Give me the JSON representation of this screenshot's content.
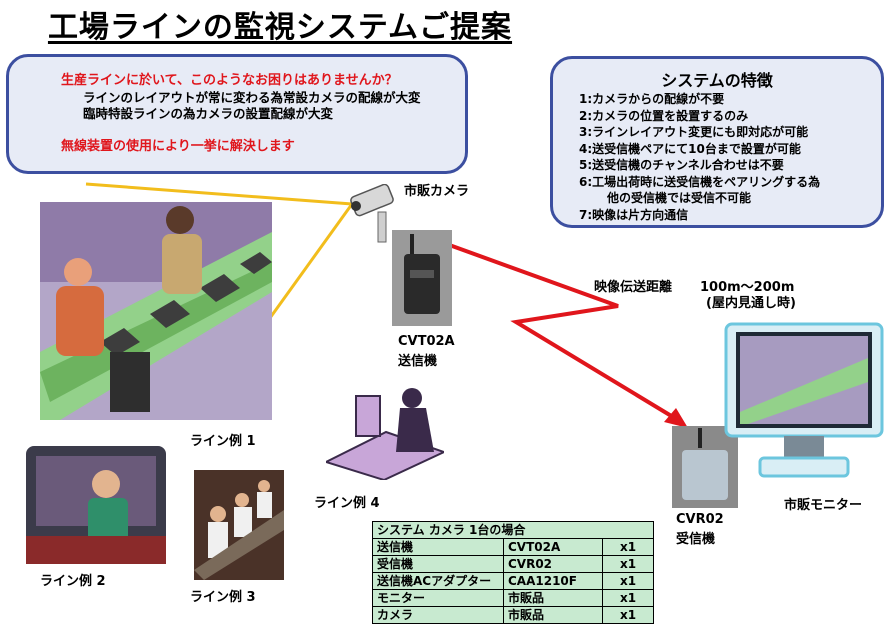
{
  "title": "工場ラインの監視システムご提案",
  "problem": {
    "question": "生産ラインに於いて、このようなお困りはありませんか？",
    "items": [
      "ラインのレイアウトが常に変わる為常設カメラの配線が大変",
      "臨時特設ラインの為カメラの設置配線が大変"
    ],
    "solution": "無線装置の使用により一挙に解決します"
  },
  "features": {
    "title": "システムの特徴",
    "items": [
      "1:カメラからの配線が不要",
      "2:カメラの位置を設置するのみ",
      "3:ラインレイアウト変更にも即対応が可能",
      "4:送受信機ペアにて10台まで設置が可能",
      "5:送受信機のチャンネル合わせは不要",
      "6:工場出荷時に送受信機をペアリングする為",
      "他の受信機では受信不可能",
      "7:映像は片方向通信"
    ]
  },
  "labels": {
    "camera": "市販カメラ",
    "transmitter_model": "CVT02A",
    "transmitter": "送信機",
    "distance_label": "映像伝送距離",
    "distance_value": "100m～200m",
    "distance_note": "(屋内見通し時)",
    "receiver_model": "CVR02",
    "receiver": "受信機",
    "monitor": "市販モニター",
    "line1": "ライン例 1",
    "line2": "ライン例 2",
    "line3": "ライン例 3",
    "line4": "ライン例 4"
  },
  "table": {
    "header_left": "システム カメラ 1台の場合",
    "rows": [
      {
        "item": "送信機",
        "model": "CVT02A",
        "qty": "x1"
      },
      {
        "item": "受信機",
        "model": "CVR02",
        "qty": "x1"
      },
      {
        "item": "送信機ACアダプター",
        "model": "CAA1210F",
        "qty": "x1"
      },
      {
        "item": "モニター",
        "model": "市販品",
        "qty": "x1"
      },
      {
        "item": "カメラ",
        "model": "市販品",
        "qty": "x1"
      }
    ]
  },
  "colors": {
    "box_fill": "#e7ebf6",
    "box_border": "#3c4fa0",
    "signal_line": "#e0161c",
    "camera_view": "#f2bd1c",
    "table_fill": "#c8ead0"
  }
}
